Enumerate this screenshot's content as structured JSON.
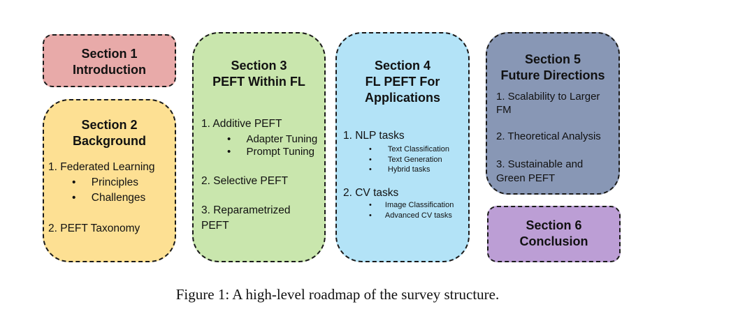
{
  "section1": {
    "number": "Section 1",
    "name": "Introduction"
  },
  "section2": {
    "number": "Section 2",
    "name": "Background",
    "item1": "1. Federated Learning",
    "item1_sub": [
      "Principles",
      "Challenges"
    ],
    "item2": "2. PEFT Taxonomy"
  },
  "section3": {
    "number": "Section 3",
    "name": "PEFT Within FL",
    "item1": "1. Additive PEFT",
    "item1_sub": [
      "Adapter Tuning",
      "Prompt Tuning"
    ],
    "item2": "2. Selective PEFT",
    "item3_line1": "3. Reparametrized",
    "item3_line2": "PEFT"
  },
  "section4": {
    "number": "Section 4",
    "name_line1": "FL PEFT For",
    "name_line2": "Applications",
    "item1": "1. NLP tasks",
    "item1_sub": [
      "Text Classification",
      "Text Generation",
      "Hybrid tasks"
    ],
    "item2": "2. CV tasks",
    "item2_sub": [
      "Image Classification",
      "Advanced CV tasks"
    ]
  },
  "section5": {
    "number": "Section 5",
    "name": "Future Directions",
    "item1_line1": "1. Scalability to Larger",
    "item1_line2": "FM",
    "item2": "2. Theoretical Analysis",
    "item3_line1": "3. Sustainable and",
    "item3_line2": "Green PEFT"
  },
  "section6": {
    "number": "Section 6",
    "name": "Conclusion"
  },
  "bullet": "•",
  "caption": "Figure 1: A high-level roadmap of the survey structure.",
  "colors": {
    "section1": "#e8aaa9",
    "section2": "#fde093",
    "section3": "#c9e6ad",
    "section4": "#b3e3f7",
    "section5": "#8897b5",
    "section6": "#bc9ed5"
  }
}
